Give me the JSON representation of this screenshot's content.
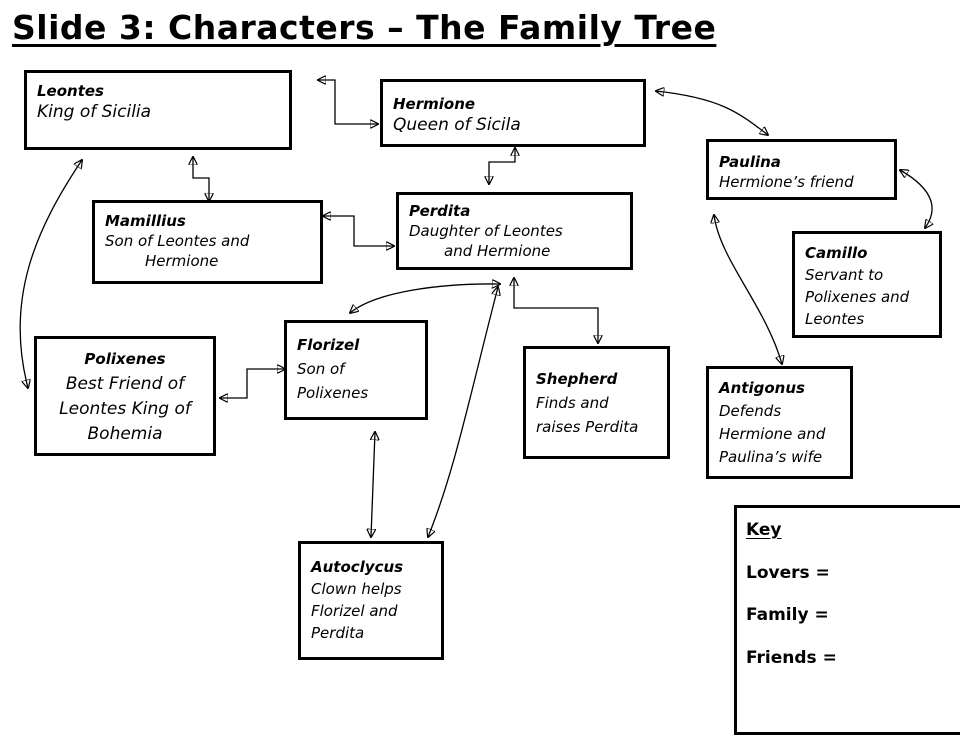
{
  "slide": {
    "title": "Slide 3: Characters – The Family Tree"
  },
  "characters": {
    "leontes": {
      "name": "Leontes",
      "desc": "King of Sicilia"
    },
    "hermione": {
      "name": "Hermione",
      "desc": "Queen of Sicila"
    },
    "paulina": {
      "name": "Paulina",
      "desc": "Hermione’s friend"
    },
    "mamillius": {
      "name": "Mamillius",
      "desc": [
        "Son of Leontes and",
        "Hermione"
      ]
    },
    "perdita": {
      "name": "Perdita",
      "desc": [
        "Daughter  of Leontes",
        "and Hermione"
      ]
    },
    "camillo": {
      "name": "Camillo",
      "desc": [
        "Servant to",
        "Polixenes and",
        "Leontes"
      ]
    },
    "polixenes": {
      "name": "Polixenes",
      "desc": [
        "Best Friend of",
        "Leontes King of",
        "Bohemia"
      ]
    },
    "florizel": {
      "name": "Florizel",
      "desc": [
        "Son of",
        "Polixenes"
      ]
    },
    "shepherd": {
      "name": "Shepherd",
      "desc": [
        "Finds and",
        "raises Perdita"
      ]
    },
    "antigonus": {
      "name": "Antigonus",
      "desc": [
        "Defends",
        "Hermione and",
        "Paulina’s wife"
      ]
    },
    "autoclycus": {
      "name": "Autoclycus",
      "desc": [
        "Clown helps",
        "Florizel and",
        "Perdita"
      ]
    }
  },
  "key": {
    "title": "Key",
    "lovers": "Lovers =",
    "family": "Family =",
    "friends": "Friends ="
  }
}
